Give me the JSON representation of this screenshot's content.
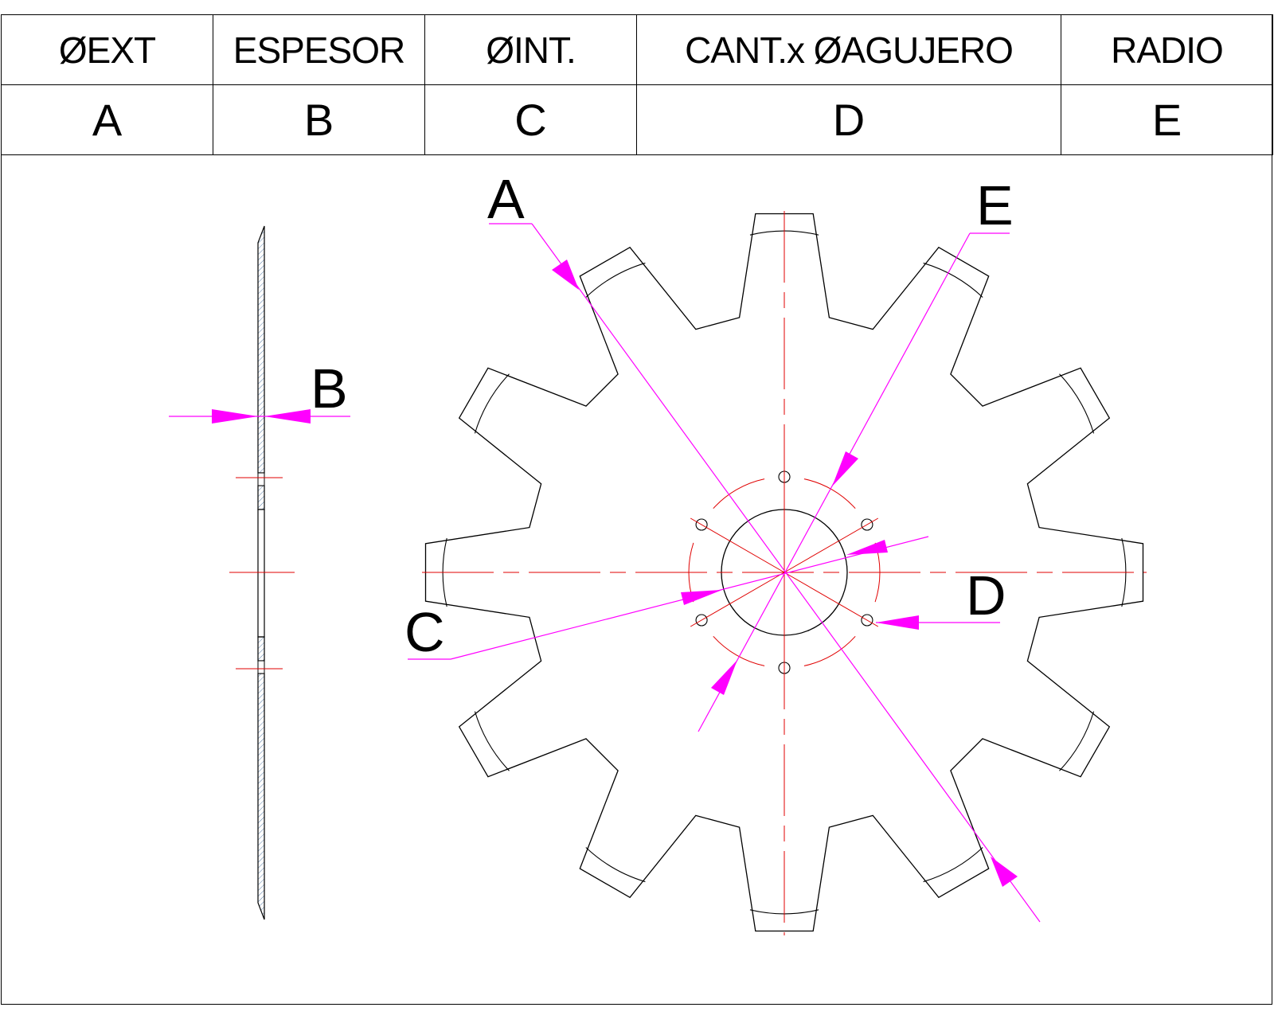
{
  "table": {
    "headers": [
      "ØEXT",
      "ESPESOR",
      "ØINT.",
      "CANT.x ØAGUJERO",
      "RADIO"
    ],
    "letters": [
      "A",
      "B",
      "C",
      "D",
      "E"
    ]
  },
  "callouts": {
    "a": "A",
    "b": "B",
    "c": "C",
    "d": "D",
    "e": "E"
  },
  "colors": {
    "outline": "#000000",
    "centerline": "#e00000",
    "dimension": "#ff00ff",
    "hatch": "#5a7fa8"
  },
  "disc": {
    "teeth": 12,
    "bolt_holes": 6
  }
}
